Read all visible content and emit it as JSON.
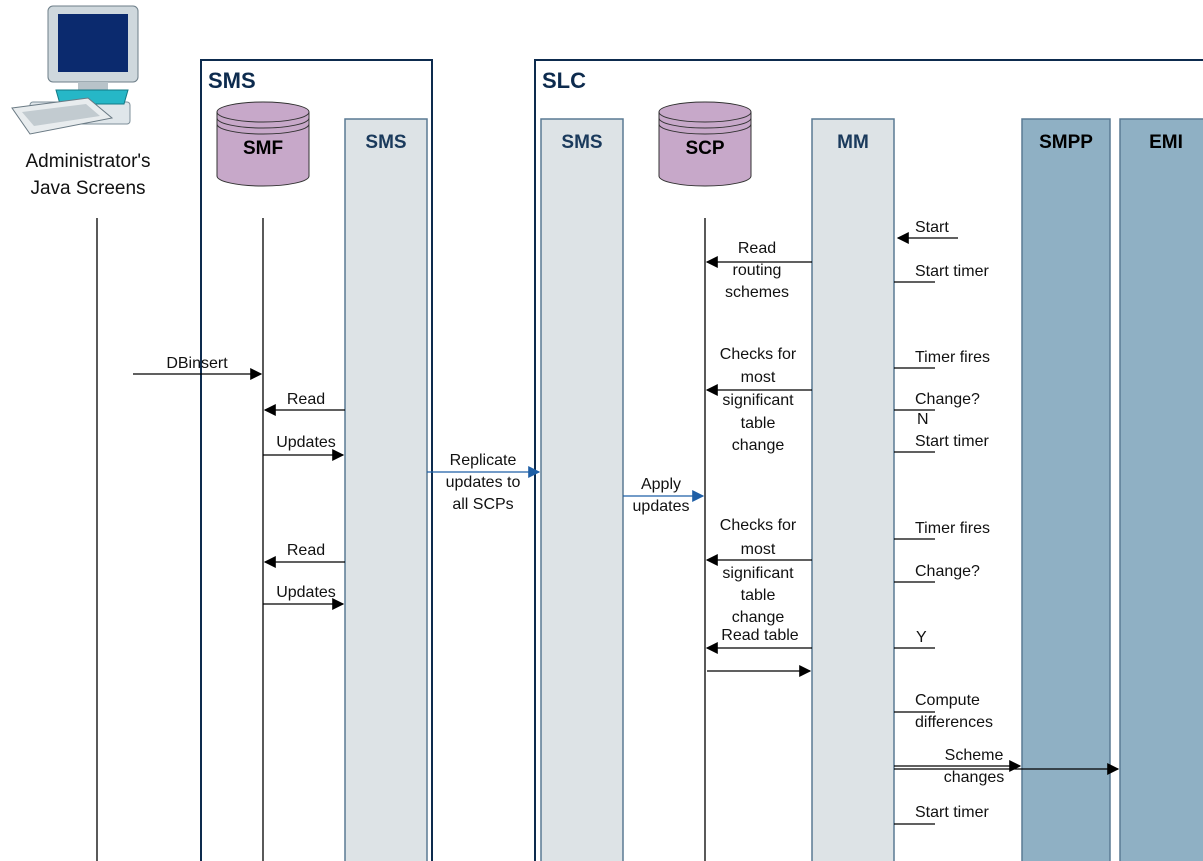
{
  "actors": {
    "admin_caption": [
      "Administrator's",
      "Java Screens"
    ],
    "admin_icon": "computer-terminal-icon"
  },
  "groups": {
    "sms": "SMS",
    "slc": "SLC"
  },
  "columns": {
    "smf": "SMF",
    "sms_left": "SMS",
    "sms_right": "SMS",
    "scp": "SCP",
    "mm": "MM",
    "smpp": "SMPP",
    "emi": "EMI"
  },
  "messages": {
    "dbinsert": "DBinsert",
    "read1": "Read",
    "updates1": "Updates",
    "read2": "Read",
    "updates2": "Updates",
    "replicate": [
      "Replicate",
      "updates to",
      "all SCPs"
    ],
    "apply": [
      "Apply",
      "updates"
    ],
    "read_routing": [
      "Read",
      "routing",
      "schemes"
    ],
    "checks1": [
      "Checks for",
      "most",
      "significant",
      "table",
      "change"
    ],
    "checks2": [
      "Checks for",
      "most",
      "significant",
      "table",
      "change"
    ],
    "read_table": "Read table",
    "scheme_changes": [
      "Scheme",
      "changes"
    ]
  },
  "mm_notes": {
    "start": "Start",
    "start_timer1": "Start timer",
    "timer_fires1": "Timer fires",
    "change1": "Change?",
    "n": "N",
    "start_timer2": "Start timer",
    "timer_fires2": "Timer fires",
    "change2": "Change?",
    "y": "Y",
    "compute": [
      "Compute",
      "differences"
    ],
    "start_timer3": "Start timer"
  },
  "colors": {
    "column_light": "#dde3e6",
    "column_border": "#5a7a94",
    "column_dark": "#8fb0c4",
    "group_border": "#0d2b4e",
    "database": "#c7a8c9",
    "blue_arrow": "#1f5fa6"
  }
}
